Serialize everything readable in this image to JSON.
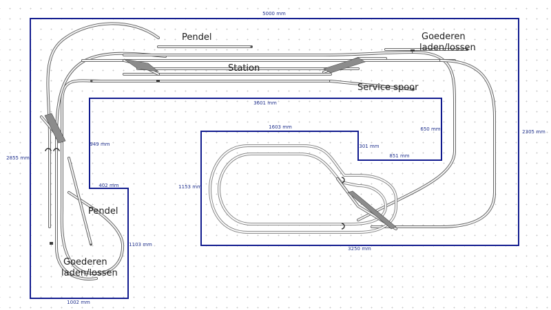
{
  "colors": {
    "outline": "#101a8e",
    "dimension_text": "#1e2f8c",
    "track": "#5a5a5a",
    "label_text": "#1a1a1a",
    "background": "#ffffff",
    "grid_dot": "#c9c9c9"
  },
  "dimensions": {
    "top_width": "5000 mm",
    "left_height": "2855 mm",
    "right_height": "2305 mm",
    "inner_top": "3601 mm",
    "inner_left": "949 mm",
    "notch_width": "402 mm",
    "left_leg_height": "1103 mm",
    "bottom_left": "1002 mm",
    "bottom_right": "3250 mm",
    "pit_top": "1603 mm",
    "pit_left": "1153 mm",
    "pit_step": "301 mm",
    "pit_step_width": "851 mm",
    "pit_right": "650 mm"
  },
  "labels": {
    "pendel_top": "Pendel",
    "goederen_top_line1": "Goederen",
    "goederen_top_line2": "laden/lossen",
    "station": "Station",
    "service_spoor": "Service spoor",
    "pendel_bottom": "Pendel",
    "goederen_bottom_line1": "Goederen",
    "goederen_bottom_line2": "laden/lossen"
  }
}
